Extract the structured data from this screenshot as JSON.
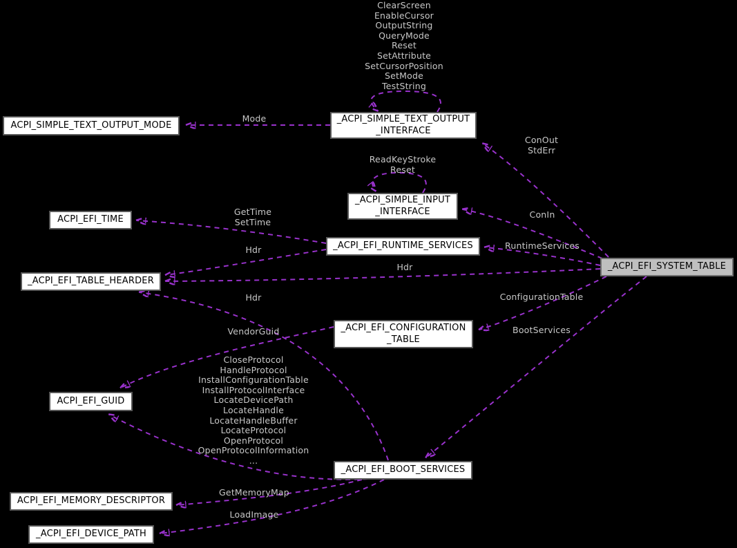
{
  "diagram_title": "ACPI EFI structure collaboration graph",
  "colors": {
    "background": "#000000",
    "edge": "#9932CC",
    "edge_label_text": "#C8C8C8",
    "node_fill": "#FFFFFF",
    "node_border": "#585858",
    "node_text": "#000000",
    "highlight_node_fill": "#BFBFBF"
  },
  "nodes": [
    {
      "id": "output-mode",
      "label": "ACPI_SIMPLE_TEXT_OUTPUT_MODE"
    },
    {
      "id": "output-interface",
      "label": "_ACPI_SIMPLE_TEXT_OUTPUT\n_INTERFACE"
    },
    {
      "id": "input-interface",
      "label": "_ACPI_SIMPLE_INPUT\n_INTERFACE"
    },
    {
      "id": "efi-time",
      "label": "ACPI_EFI_TIME"
    },
    {
      "id": "runtime-services",
      "label": "_ACPI_EFI_RUNTIME_SERVICES"
    },
    {
      "id": "table-hearder",
      "label": "_ACPI_EFI_TABLE_HEARDER"
    },
    {
      "id": "system-table",
      "label": "_ACPI_EFI_SYSTEM_TABLE",
      "highlighted": true
    },
    {
      "id": "configuration-table",
      "label": "_ACPI_EFI_CONFIGURATION\n_TABLE"
    },
    {
      "id": "efi-guid",
      "label": "ACPI_EFI_GUID"
    },
    {
      "id": "boot-services",
      "label": "_ACPI_EFI_BOOT_SERVICES"
    },
    {
      "id": "memory-descriptor",
      "label": "ACPI_EFI_MEMORY_DESCRIPTOR"
    },
    {
      "id": "device-path",
      "label": "_ACPI_EFI_DEVICE_PATH"
    }
  ],
  "edge_labels": [
    {
      "id": "output-selfloop-members",
      "text": "ClearScreen\nEnableCursor\nOutputString\nQueryMode\nReset\nSetAttribute\nSetCursorPosition\nSetMode\nTestString"
    },
    {
      "id": "mode",
      "text": "Mode"
    },
    {
      "id": "conout-stderr",
      "text": "ConOut\nStdErr"
    },
    {
      "id": "input-selfloop-members",
      "text": "ReadKeyStroke\nReset"
    },
    {
      "id": "conin",
      "text": "ConIn"
    },
    {
      "id": "gettime-settime",
      "text": "GetTime\nSetTime"
    },
    {
      "id": "runtimeservices",
      "text": "RuntimeServices"
    },
    {
      "id": "hdr-from-runtime",
      "text": "Hdr"
    },
    {
      "id": "hdr-from-system",
      "text": "Hdr"
    },
    {
      "id": "hdr-from-boot",
      "text": "Hdr"
    },
    {
      "id": "configurationtable",
      "text": "ConfigurationTable"
    },
    {
      "id": "bootservices",
      "text": "BootServices"
    },
    {
      "id": "vendorguid",
      "text": "VendorGuid"
    },
    {
      "id": "boot-guid-members",
      "text": "CloseProtocol\nHandleProtocol\nInstallConfigurationTable\nInstallProtocolInterface\nLocateDevicePath\nLocateHandle\nLocateHandleBuffer\nLocateProtocol\nOpenProtocol\nOpenProtocolInformation\n..."
    },
    {
      "id": "getmemorymap",
      "text": "GetMemoryMap"
    },
    {
      "id": "loadimage",
      "text": "LoadImage"
    }
  ]
}
